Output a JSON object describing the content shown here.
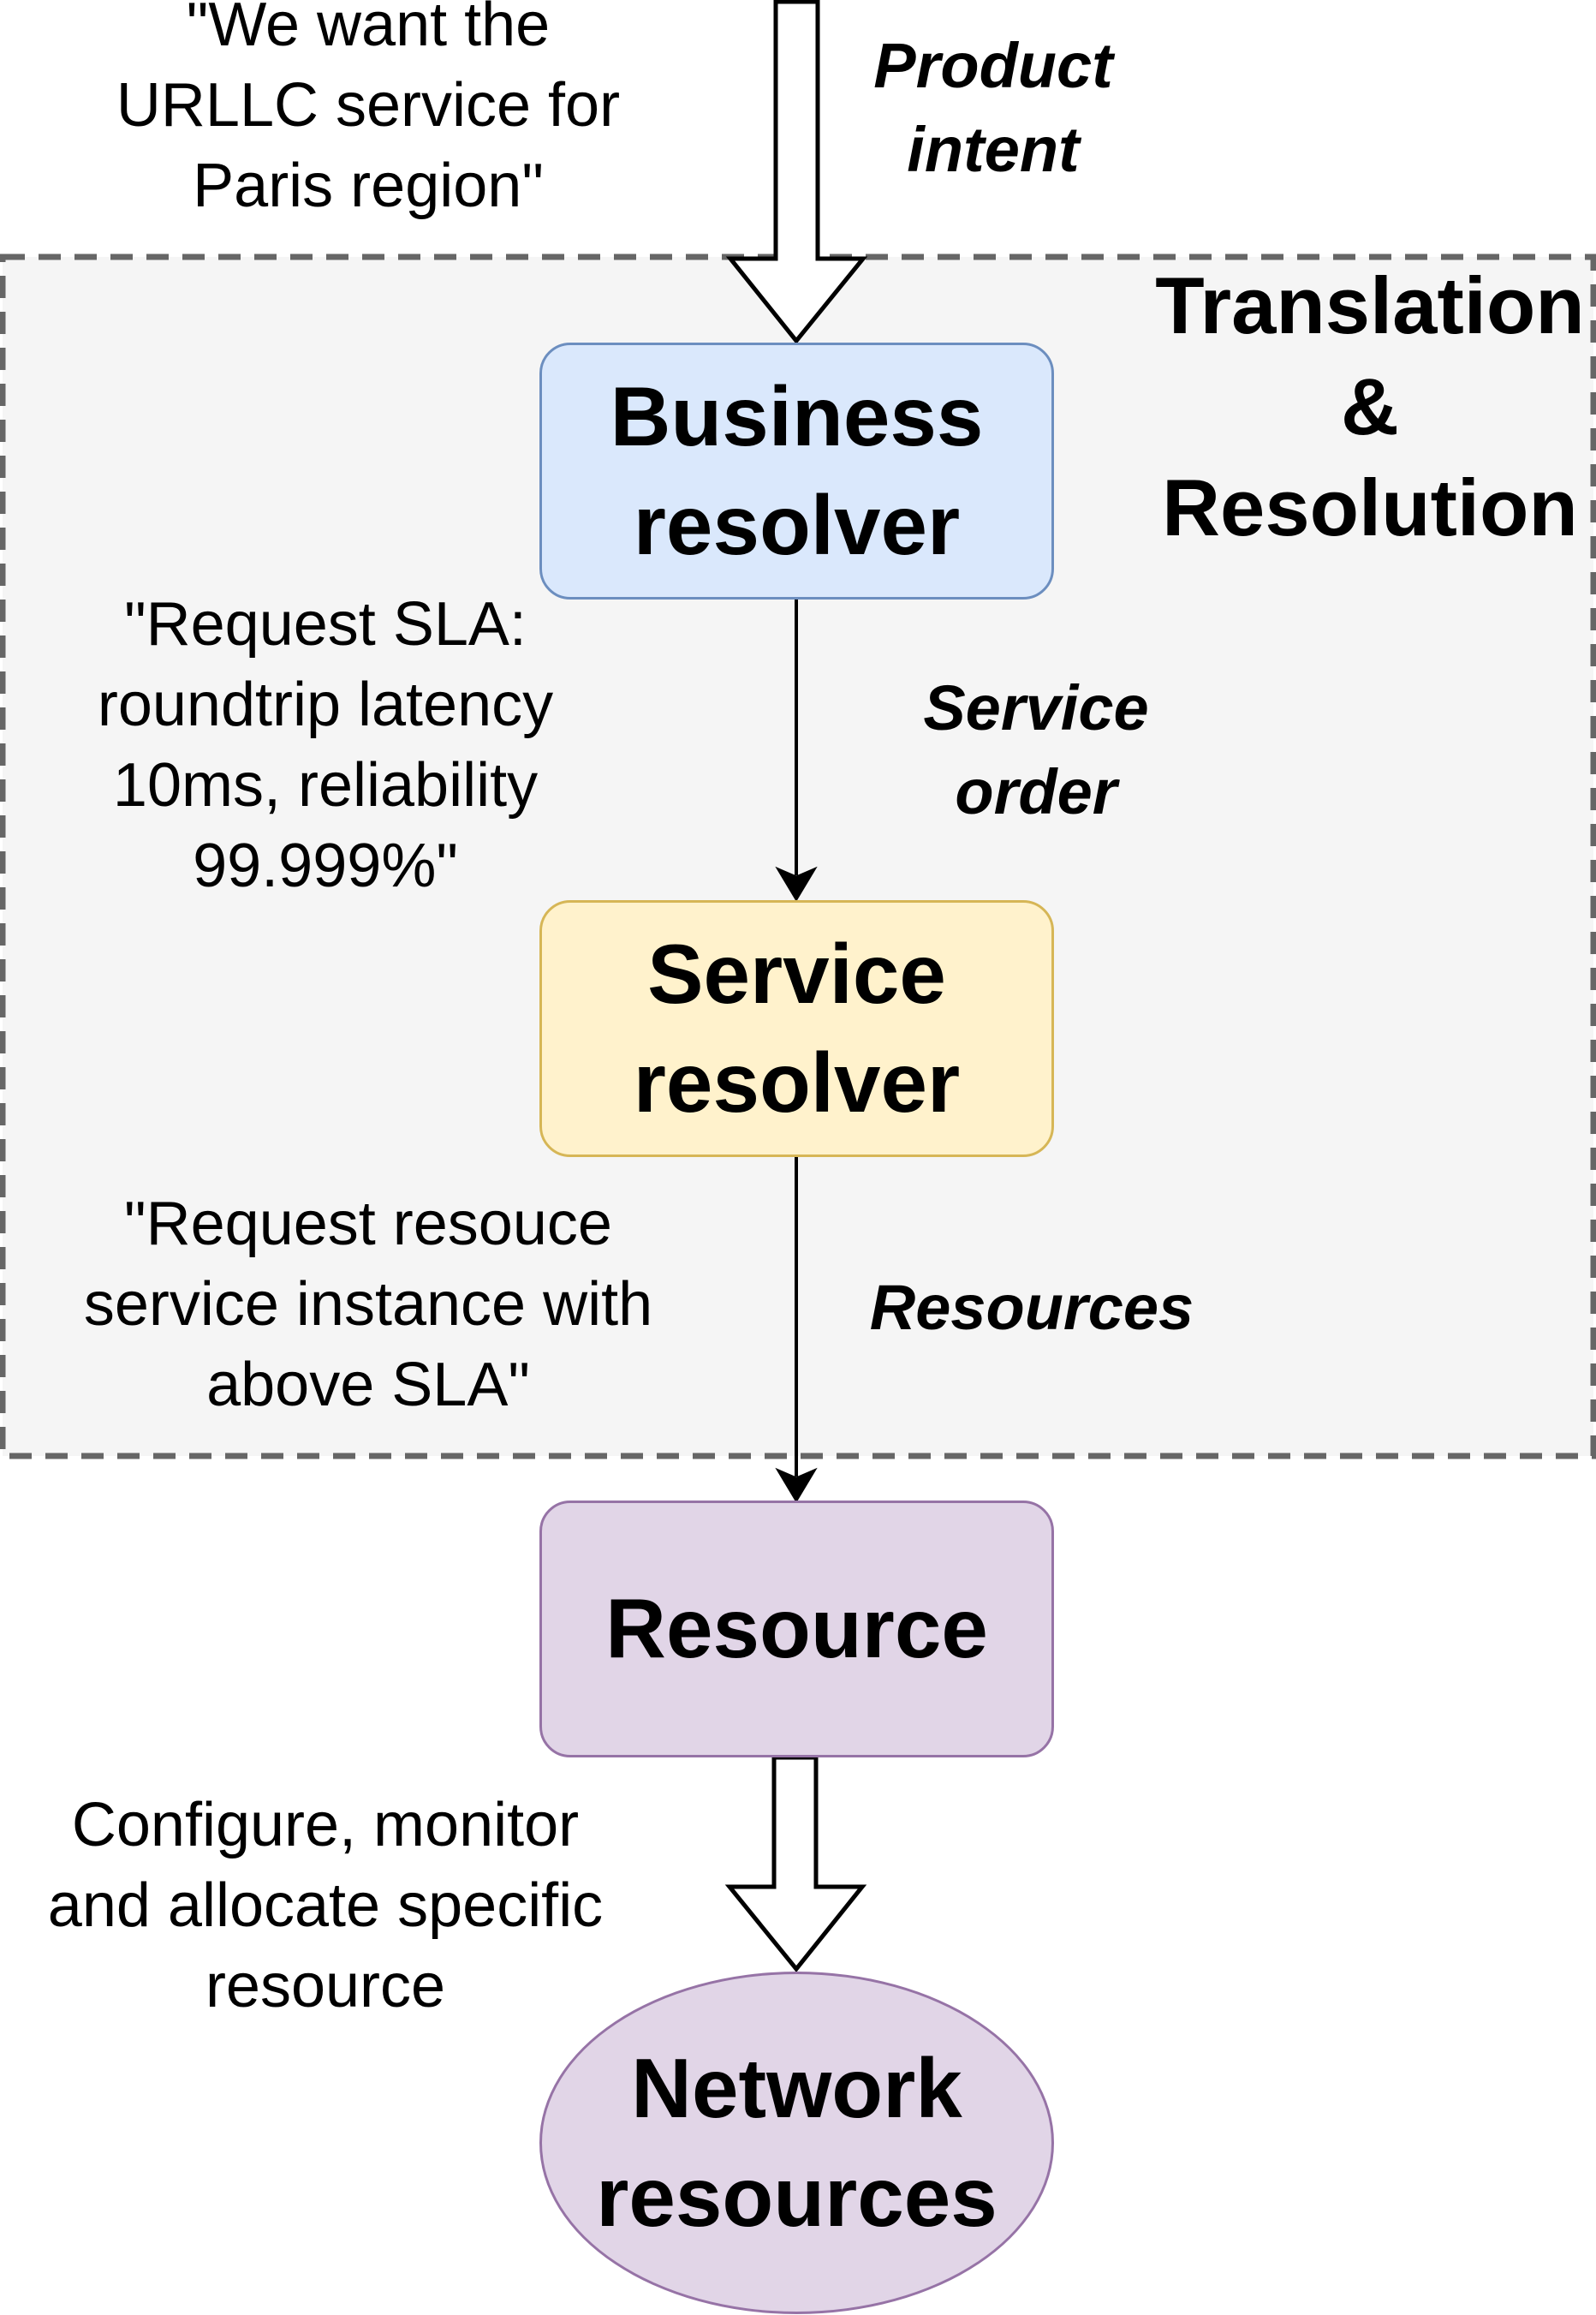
{
  "diagram": {
    "region": {
      "title": [
        "Translation",
        "&",
        "Resolution"
      ],
      "fill": "#f5f5f5",
      "stroke": "#666666"
    },
    "nodes": {
      "business": {
        "lines": [
          "Business",
          "resolver"
        ],
        "fill": "#dae8fc",
        "stroke": "#6c8ebf"
      },
      "service": {
        "lines": [
          "Service",
          "resolver"
        ],
        "fill": "#fff2cc",
        "stroke": "#d6b656"
      },
      "resource": {
        "lines": [
          "Resource"
        ],
        "fill": "#e1d5e7",
        "stroke": "#9673a6"
      },
      "network": {
        "lines": [
          "Network",
          "resources"
        ],
        "fill": "#e1d5e7",
        "stroke": "#9673a6"
      }
    },
    "flow_labels": {
      "product_intent": [
        "Product",
        "intent"
      ],
      "service_order": [
        "Service",
        "order"
      ],
      "resources": [
        "Resources"
      ]
    },
    "annotations": {
      "intent_quote": [
        "\"We want the",
        "URLLC service for",
        "Paris region\""
      ],
      "sla_quote": [
        "\"Request SLA:",
        "roundtrip latency",
        "10ms, reliability",
        "99.999%\""
      ],
      "resource_quote": [
        "\"Request resouce",
        "service instance with",
        "above SLA\""
      ],
      "configure_note": [
        "Configure, monitor",
        "and allocate specific",
        "resource"
      ]
    }
  }
}
